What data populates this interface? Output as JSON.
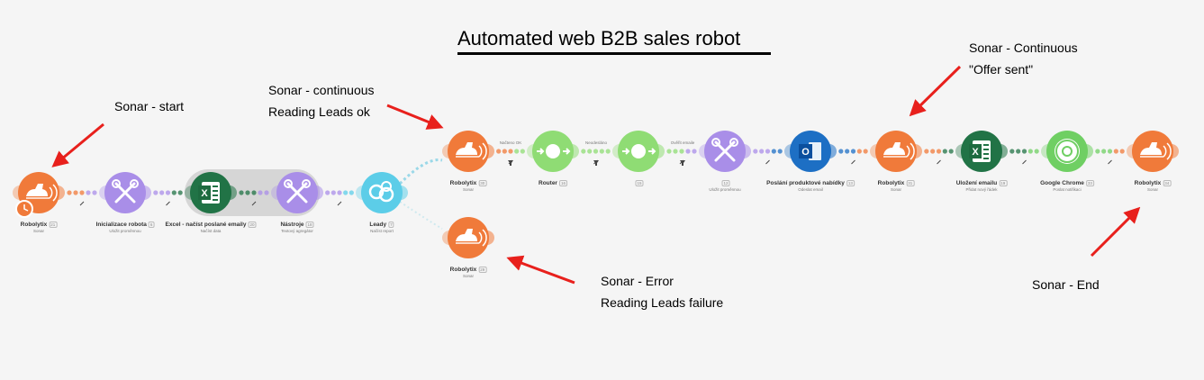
{
  "title": "Automated web B2B sales robot",
  "colors": {
    "orange": "#f07a3a",
    "purple": "#a98ee8",
    "excel_green": "#217346",
    "router_green": "#8fdc74",
    "cyan": "#5ccde8",
    "outlook_blue": "#1d6fc4",
    "chrome_green": "#6fcf63",
    "arrow_red": "#e8201c"
  },
  "annotations": {
    "start": {
      "line1": "Sonar - start"
    },
    "continuous": {
      "line1": "Sonar - continuous",
      "line2": "Reading Leads ok"
    },
    "offer": {
      "line1": "Sonar - Continuous",
      "line2": "\"Offer sent\""
    },
    "error": {
      "line1": "Sonar - Error",
      "line2": "Reading Leads failure"
    },
    "end": {
      "line1": "Sonar - End"
    }
  },
  "nodes": [
    {
      "key": "n1",
      "kind": "sonar",
      "name": "Robolytix",
      "id": "21",
      "sub": "Sonar",
      "clock": true
    },
    {
      "key": "n2",
      "kind": "tools",
      "name": "Inicializace robota",
      "id": "6",
      "sub": "Uložit proměnnou"
    },
    {
      "key": "n3",
      "kind": "excel",
      "name": "Excel - načíst poslané emaily",
      "id": "20",
      "sub": "Načíst data"
    },
    {
      "key": "n4",
      "kind": "tools",
      "name": "Nástroje",
      "id": "18",
      "sub": "Textový agregátor"
    },
    {
      "key": "n5",
      "kind": "leady",
      "name": "Leady",
      "id": "7",
      "sub": "Načíst report"
    },
    {
      "key": "n6",
      "kind": "sonar",
      "name": "Robolytix",
      "id": "30",
      "sub": "Sonar"
    },
    {
      "key": "n7",
      "kind": "router",
      "name": "Router",
      "id": "16",
      "sub": ""
    },
    {
      "key": "n8",
      "kind": "router",
      "name": "",
      "id": "15",
      "sub": ""
    },
    {
      "key": "n9",
      "kind": "tools",
      "name": "",
      "id": "12",
      "sub": "Uložit proměnnou"
    },
    {
      "key": "n10",
      "kind": "outlook",
      "name": "Poslání produktové nabídky",
      "id": "13",
      "sub": "Odeslat email"
    },
    {
      "key": "n11",
      "kind": "sonar",
      "name": "Robolytix",
      "id": "31",
      "sub": "Sonar"
    },
    {
      "key": "n12",
      "kind": "excel",
      "name": "Uložení emailu",
      "id": "19",
      "sub": "Přidat nový řádek"
    },
    {
      "key": "n13",
      "kind": "chrome",
      "name": "Google Chrome",
      "id": "33",
      "sub": "Poslat notifikaci"
    },
    {
      "key": "n14",
      "kind": "sonar",
      "name": "Robolytix",
      "id": "34",
      "sub": "Sonar"
    },
    {
      "key": "n15",
      "kind": "sonar",
      "name": "Robolytix",
      "id": "29",
      "sub": "Sonar"
    }
  ],
  "filters": [
    {
      "key": "f1",
      "label": "Načteno OK"
    },
    {
      "key": "f2",
      "label": "Neodesláno"
    },
    {
      "key": "f3",
      "label": "Ověřit emaile"
    }
  ]
}
